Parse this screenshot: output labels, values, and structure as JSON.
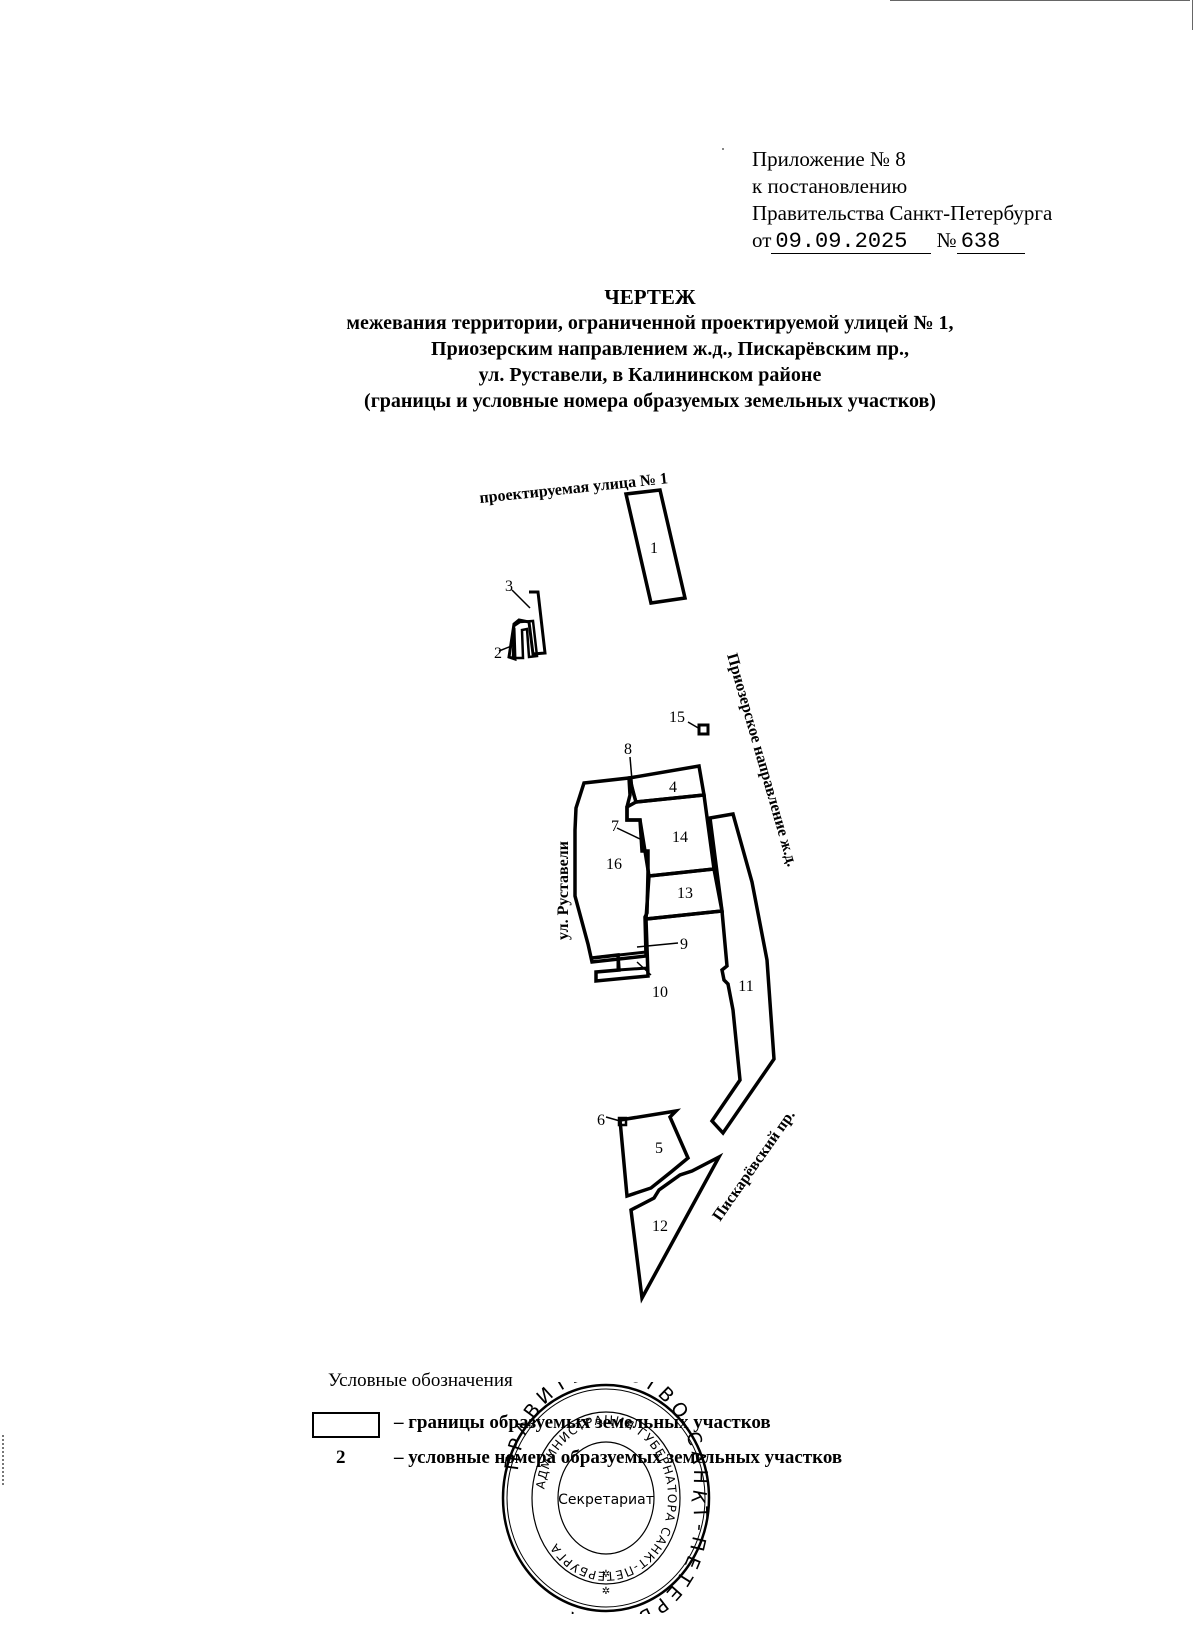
{
  "appendix": {
    "line1": "Приложение № 8",
    "line2": "к постановлению",
    "line3": "Правительства Санкт-Петербурга",
    "date_prefix": "от",
    "date_value": "09.09.2025",
    "number_prefix": "№",
    "number_value": "638"
  },
  "title": {
    "heading": "ЧЕРТЕЖ",
    "line1": "межевания территории, ограниченной проектируемой улицей № 1,",
    "line2": "Приозерским направлением ж.д., Пискарёвским пр.,",
    "line3": "ул. Руставели, в Калининском районе",
    "line4": "(границы и условные номера образуемых земельных участков)"
  },
  "map": {
    "street_labels": {
      "projected_street": "проектируемая улица № 1",
      "railway": "Приозерское направление ж.д.",
      "rustaveli": "ул. Руставели",
      "piskarevsky": "Пискарёвский пр."
    },
    "parcels": [
      "1",
      "2",
      "3",
      "4",
      "5",
      "6",
      "7",
      "8",
      "9",
      "10",
      "11",
      "12",
      "13",
      "14",
      "15",
      "16"
    ]
  },
  "legend": {
    "title": "Условные обозначения",
    "boundary_desc": "– границы образуемых земельных участков",
    "number_sample": "2",
    "number_desc": "– условные номера образуемых земельных участков"
  },
  "stamp": {
    "outer_text": "ПРАВИТЕЛЬСТВО САНКТ-ПЕТЕРБУРГА",
    "inner_text": "АДМИНИСТРАЦИЯ ГУБЕРНАТОРА САНКТ-ПЕТЕРБУРГА",
    "center_text": "Секретариат"
  }
}
